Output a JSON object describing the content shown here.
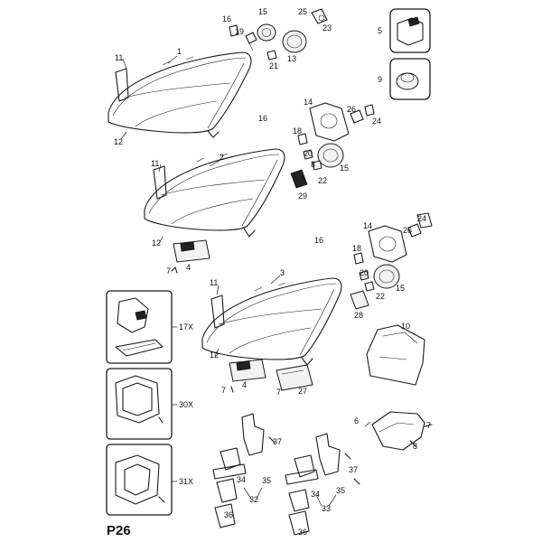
{
  "page_label": "P26",
  "callouts": {
    "c1": "1",
    "c2": "2",
    "c3": "3",
    "c4a": "4",
    "c4b": "4",
    "c5": "5",
    "c6": "6",
    "c7a": "7",
    "c7b": "7",
    "c7c": "7",
    "c7d": "7",
    "c8": "8",
    "c9": "9",
    "c10": "10",
    "c11a": "11",
    "c11b": "11",
    "c11c": "11",
    "c12a": "12",
    "c12b": "12",
    "c12c": "12",
    "c13": "13",
    "c14a": "14",
    "c14b": "14",
    "c15a": "15",
    "c15b": "15",
    "c15c": "15",
    "c16a": "16",
    "c16b": "16",
    "c16c": "16",
    "c17x": "17X",
    "c18a": "18",
    "c18b": "18",
    "c19": "19",
    "c20a": "20",
    "c20b": "20",
    "c21": "21",
    "c22a": "22",
    "c22b": "22",
    "c23": "23",
    "c24a": "24",
    "c24b": "24",
    "c25": "25",
    "c26a": "26",
    "c26b": "26",
    "c27": "27",
    "c28": "28",
    "c29": "29",
    "c30x": "30X",
    "c31x": "31X",
    "c32": "32",
    "c33": "33",
    "c34a": "34",
    "c34b": "34",
    "c35a": "35",
    "c35b": "35",
    "c36a": "36",
    "c36b": "36",
    "c37a": "37",
    "c37b": "37"
  }
}
